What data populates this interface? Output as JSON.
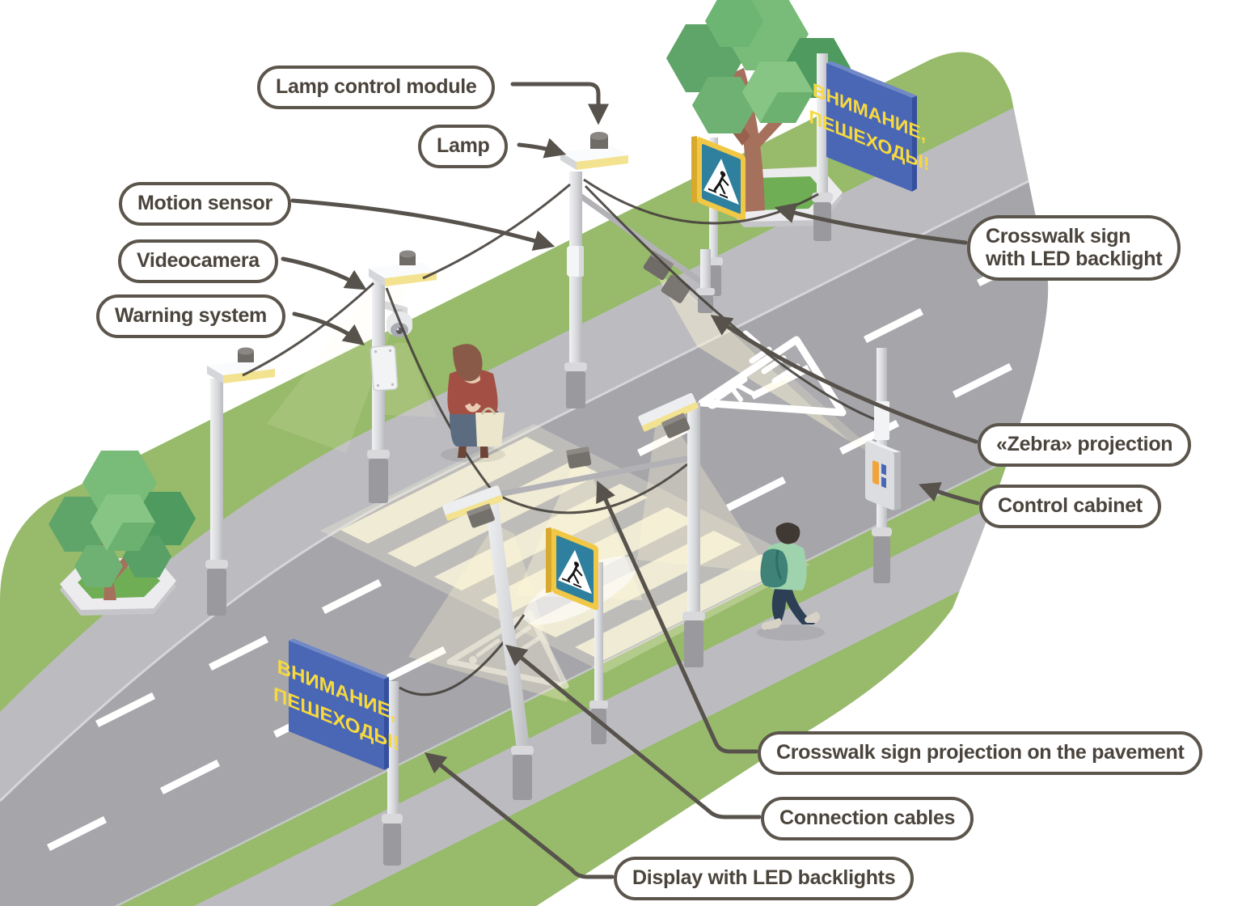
{
  "labels": {
    "lamp_control_module": "Lamp control module",
    "lamp": "Lamp",
    "motion_sensor": "Motion sensor",
    "videocamera": "Videocamera",
    "warning_system": "Warning system",
    "crosswalk_sign_led_line1": "Crosswalk sign",
    "crosswalk_sign_led_line2": "with LED backlight",
    "zebra_projection": "«Zebra» projection",
    "control_cabinet": "Control cabinet",
    "sign_projection": "Crosswalk sign projection on the pavement",
    "connection_cables": "Connection cables",
    "display_led": "Display with LED backlights"
  },
  "displays": {
    "warning_board_line1": "ВНИМАНИЕ,",
    "warning_board_line2": "ПЕШЕХОДЫ!"
  },
  "colors": {
    "label_border": "#5b554c",
    "label_text": "#4a443c",
    "arrow": "#57524b",
    "board_blue": "#4a67b6",
    "board_side_blue": "#34509f",
    "board_text_yellow": "#f7d93e",
    "sign_border_yellow": "#f0c845",
    "sign_face_teal": "#2f7f9e",
    "grass_green": "#98ba6b",
    "road_gray": "#a6a6aa",
    "sidewalk_gray": "#bcbcc0",
    "stripe_ivory": "#ebe6d1",
    "lamp_glow_yellow": "#f3e28f"
  }
}
